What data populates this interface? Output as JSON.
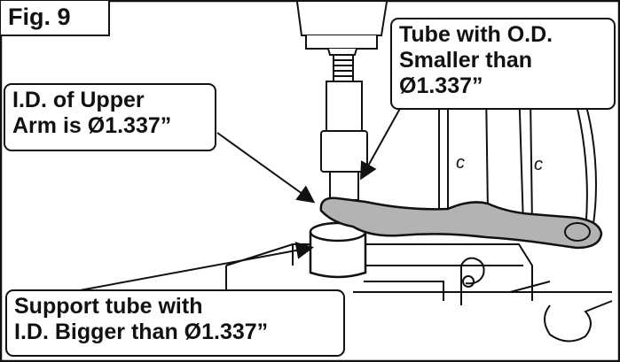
{
  "figure": {
    "label": "Fig. 9",
    "callouts": {
      "upper_arm_id": [
        "I.D. of Upper",
        "Arm is Ø1.337”"
      ],
      "tube_od": [
        "Tube with O.D.",
        "Smaller than",
        "Ø1.337”"
      ],
      "support_tube": [
        "Support tube with",
        "I.D. Bigger than Ø1.337”"
      ]
    },
    "frame_marks": [
      "c",
      "c"
    ]
  },
  "colors": {
    "ink": "#111111",
    "arm_fill": "#b3b3b3",
    "background": "#ffffff"
  }
}
